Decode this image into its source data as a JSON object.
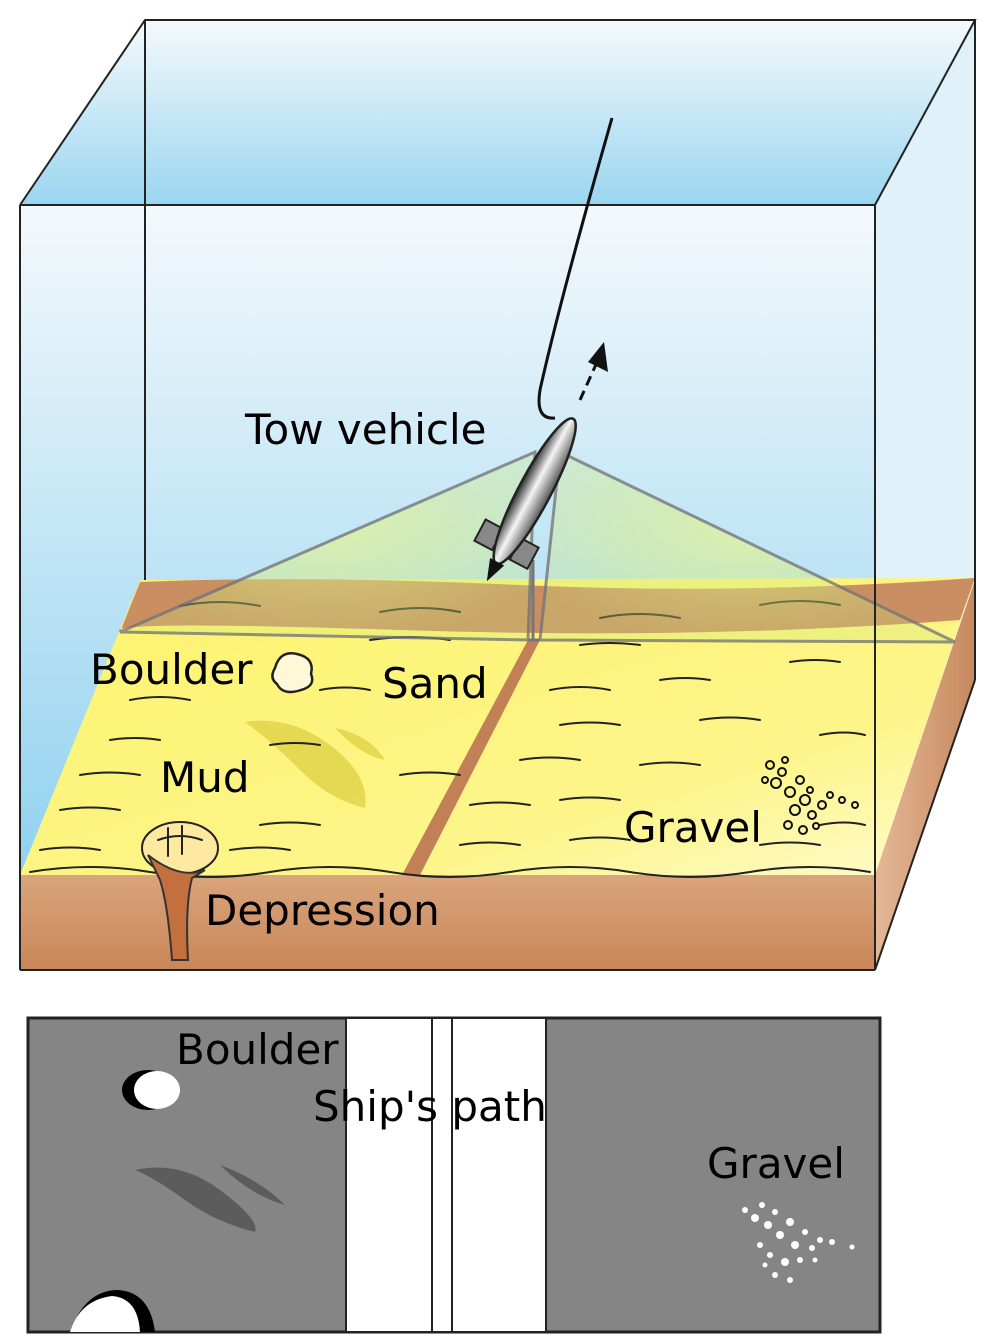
{
  "labels": {
    "tow_vehicle": "Tow vehicle",
    "boulder": "Boulder",
    "sand": "Sand",
    "mud": "Mud",
    "gravel": "Gravel",
    "depression": "Depression"
  },
  "sonar_image": {
    "boulder": "Boulder",
    "ships_path": "Ship's path",
    "gravel": "Gravel"
  },
  "colors": {
    "water_top": "#f2f8fc",
    "water_bottom": "#8fd1ef",
    "sand": "#fdf26a",
    "sediment": "#d9a57c",
    "sediment_dark": "#b86b3e",
    "sonar_gray": "#858585",
    "sonar_dark": "#5a5a5a",
    "beam_green": "#d7f07a"
  },
  "icons": {
    "vehicle": "tow-vehicle-icon",
    "arrow": "direction-arrow-icon"
  }
}
